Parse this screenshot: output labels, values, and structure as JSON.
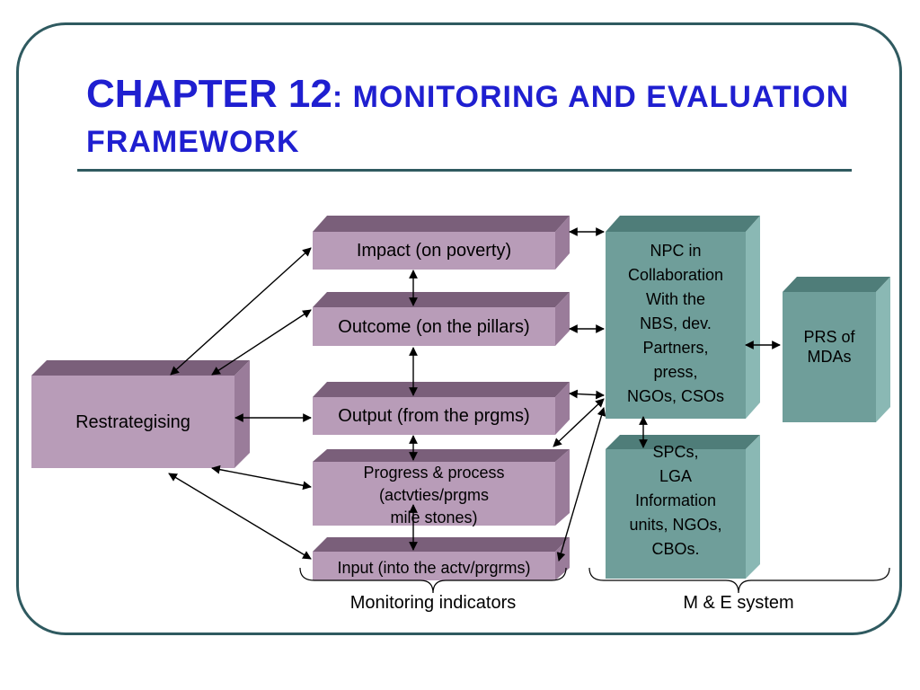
{
  "slide": {
    "title_main": "CHAPTER 12",
    "title_rest": ": MONITORING AND EVALUATION FRAMEWORK"
  },
  "diagram": {
    "boxes": {
      "impact": "Impact (on poverty)",
      "outcome": "Outcome (on the pillars)",
      "output": "Output (from the prgms)",
      "progress": "Progress & process\n(actvties/prgms\nmile stones)",
      "input": "Input (into the actv/prgrms)",
      "restrategising": "Restrategising",
      "npc": "NPC in\nCollaboration\nWith the\nNBS, dev.\nPartners,\npress,\nNGOs, CSOs",
      "prs": "PRS of\nMDAs",
      "spcs": "SPCs,\nLGA\nInformation\nunits, NGOs,\nCBOs."
    },
    "labels": {
      "monitoring_indicators": "Monitoring indicators",
      "me_system": "M & E system"
    },
    "colors": {
      "purple_front": "#b89cb8",
      "purple_top": "#7a5f7a",
      "purple_side": "#9a7c9a",
      "teal_front": "#6f9e9a",
      "teal_top": "#4f7d79",
      "teal_side": "#8ab8b4",
      "title": "#1f1fd0",
      "frame": "#2f5a60"
    }
  }
}
